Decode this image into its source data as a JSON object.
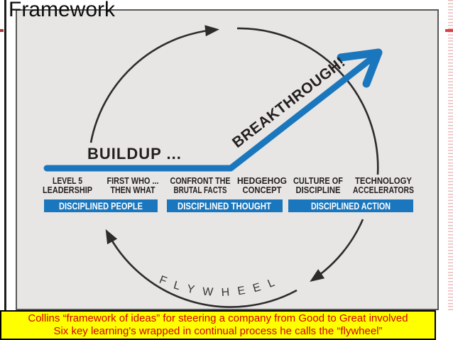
{
  "title": "Framework",
  "diagram": {
    "buildup_label": "BUILDUP ...",
    "breakthrough_label": "BREAKTHROUGH!",
    "flywheel_label": "FLYWHEEL",
    "concepts": [
      {
        "line1": "LEVEL 5",
        "line2": "LEADERSHIP"
      },
      {
        "line1": "FIRST WHO ...",
        "line2": "THEN WHAT"
      },
      {
        "line1": "CONFRONT THE",
        "line2": "BRUTAL FACTS"
      },
      {
        "line1": "HEDGEHOG",
        "line2": "CONCEPT"
      },
      {
        "line1": "CULTURE OF",
        "line2": "DISCIPLINE"
      },
      {
        "line1": "TECHNOLOGY",
        "line2": "ACCELERATORS"
      }
    ],
    "stages": [
      {
        "label": "DISCIPLINED PEOPLE"
      },
      {
        "label": "DISCIPLINED THOUGHT"
      },
      {
        "label": "DISCIPLINED ACTION"
      }
    ]
  },
  "caption": {
    "line1": "Collins “framework of ideas” for steering a company from Good to Great involved",
    "line2": "Six key learning's wrapped in continual process he calls the “flywheel”"
  },
  "colors": {
    "accent_blue": "#1b77bd",
    "diagram_bg": "#e8e6e4",
    "diagram_border": "#58585a",
    "arc_dark": "#2d2b2b",
    "caption_bg": "#ffff00",
    "caption_text": "#d10000",
    "label_text": "#231f20"
  }
}
